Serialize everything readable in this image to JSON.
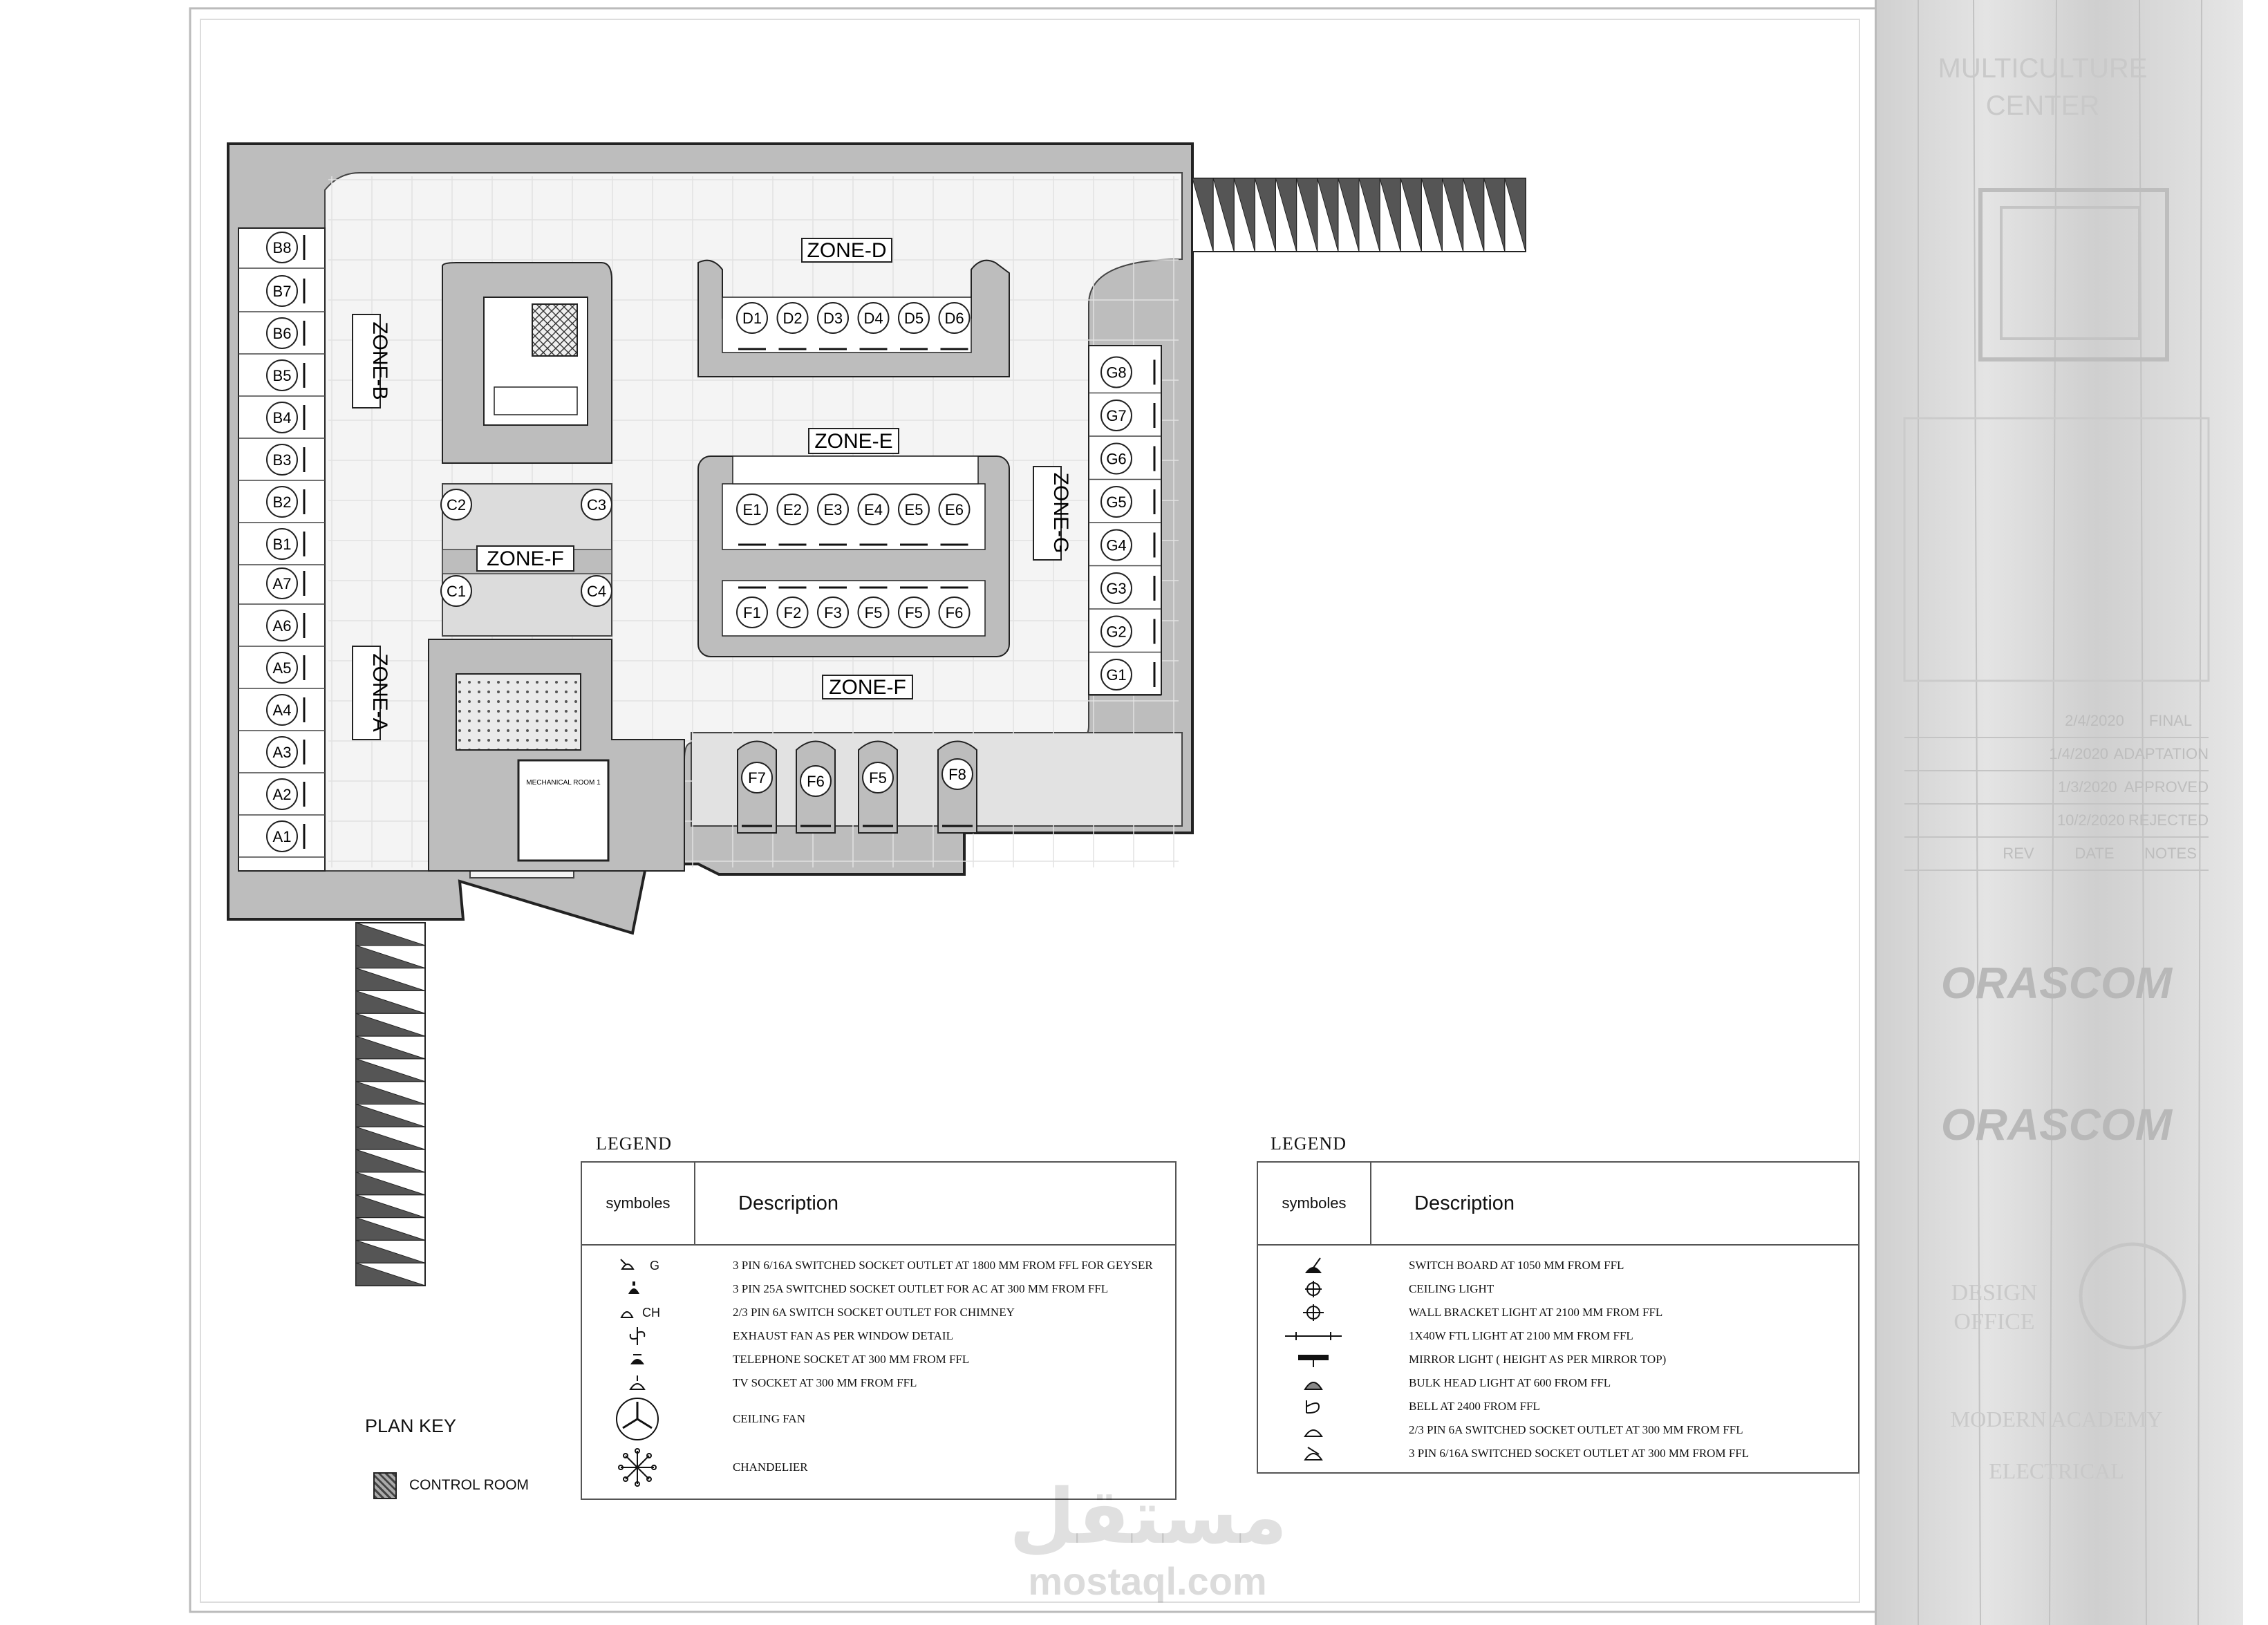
{
  "title_block": {
    "project": "MULTICULTURE CENTER",
    "firm_1": "ORASCOM",
    "firm_2": "ORASCOM",
    "rev_rows": [
      [
        "",
        "",
        "2/4/2020",
        "FINAL"
      ],
      [
        "",
        "",
        "1/4/2020",
        "ADAPTATION"
      ],
      [
        "",
        "",
        "1/3/2020",
        "APPROVED"
      ],
      [
        "",
        "",
        "10/2/2020",
        "REJECTED"
      ],
      [
        "",
        "REV",
        "DATE",
        "NOTES"
      ]
    ],
    "office": "DESIGN OFFICE",
    "academy": "MODERN ACADEMY",
    "discipline": "ELECTRICAL"
  },
  "plan": {
    "zones": {
      "a": "ZONE-A",
      "b": "ZONE-B",
      "d": "ZONE-D",
      "e": "ZONE-E",
      "f_top": "ZONE-F",
      "f_bottom": "ZONE-F",
      "g": "ZONE-G"
    },
    "mech_room": "MECHANICAL ROOM 1",
    "slots": {
      "a": [
        "A1",
        "A2",
        "A3",
        "A4",
        "A5",
        "A6",
        "A7"
      ],
      "b": [
        "B1",
        "B2",
        "B3",
        "B4",
        "B5",
        "B6",
        "B7",
        "B8"
      ],
      "c": [
        "C1",
        "C2",
        "C3",
        "C4"
      ],
      "d": [
        "D1",
        "D2",
        "D3",
        "D4",
        "D5",
        "D6"
      ],
      "e": [
        "E1",
        "E2",
        "E3",
        "E4",
        "E5",
        "E6"
      ],
      "f_mid": [
        "F1",
        "F2",
        "F3",
        "F5",
        "F5",
        "F6"
      ],
      "f_low": [
        "F7",
        "F6",
        "F5",
        "F8"
      ],
      "g": [
        "G1",
        "G2",
        "G3",
        "G4",
        "G5",
        "G6",
        "G7",
        "G8"
      ]
    }
  },
  "legend_left": {
    "title": "LEGEND",
    "col_symbols": "symboles",
    "col_description": "Description",
    "sym_g": "G",
    "sym_ch": "CH",
    "rows": [
      "3 PIN 6/16A SWITCHED SOCKET OUTLET AT 1800 MM FROM FFL FOR GEYSER",
      "3 PIN 25A SWITCHED SOCKET OUTLET FOR AC AT 300 MM FROM FFL",
      "2/3 PIN 6A SWITCH SOCKET OUTLET FOR CHIMNEY",
      "EXHAUST FAN AS PER WINDOW DETAIL",
      "TELEPHONE SOCKET AT 300 MM FROM FFL",
      "TV SOCKET AT 300 MM FROM FFL",
      "CEILING FAN",
      "CHANDELIER"
    ]
  },
  "legend_right": {
    "title": "LEGEND",
    "col_symbols": "symboles",
    "col_description": "Description",
    "rows": [
      "SWITCH BOARD AT 1050 MM FROM FFL",
      "CEILING LIGHT",
      "WALL BRACKET LIGHT AT 2100 MM FROM FFL",
      "1X40W FTL LIGHT AT 2100 MM FROM FFL",
      "MIRROR LIGHT ( HEIGHT AS PER MIRROR TOP)",
      "BULK HEAD LIGHT AT 600 FROM FFL",
      "BELL AT 2400 FROM FFL",
      "2/3 PIN 6A SWITCHED SOCKET OUTLET AT 300 MM FROM FFL",
      "3 PIN 6/16A SWITCHED SOCKET OUTLET AT 300 MM FROM FFL"
    ]
  },
  "plan_key": {
    "title": "PLAN KEY",
    "control_room": "CONTROL ROOM"
  },
  "watermark": {
    "arabic": "مستقل",
    "latin": "mostaql.com"
  },
  "colors": {
    "slab": "#bdbdbd",
    "floor": "#f4f4f4",
    "line": "#222222",
    "titleblock": "#d6d6d6"
  }
}
